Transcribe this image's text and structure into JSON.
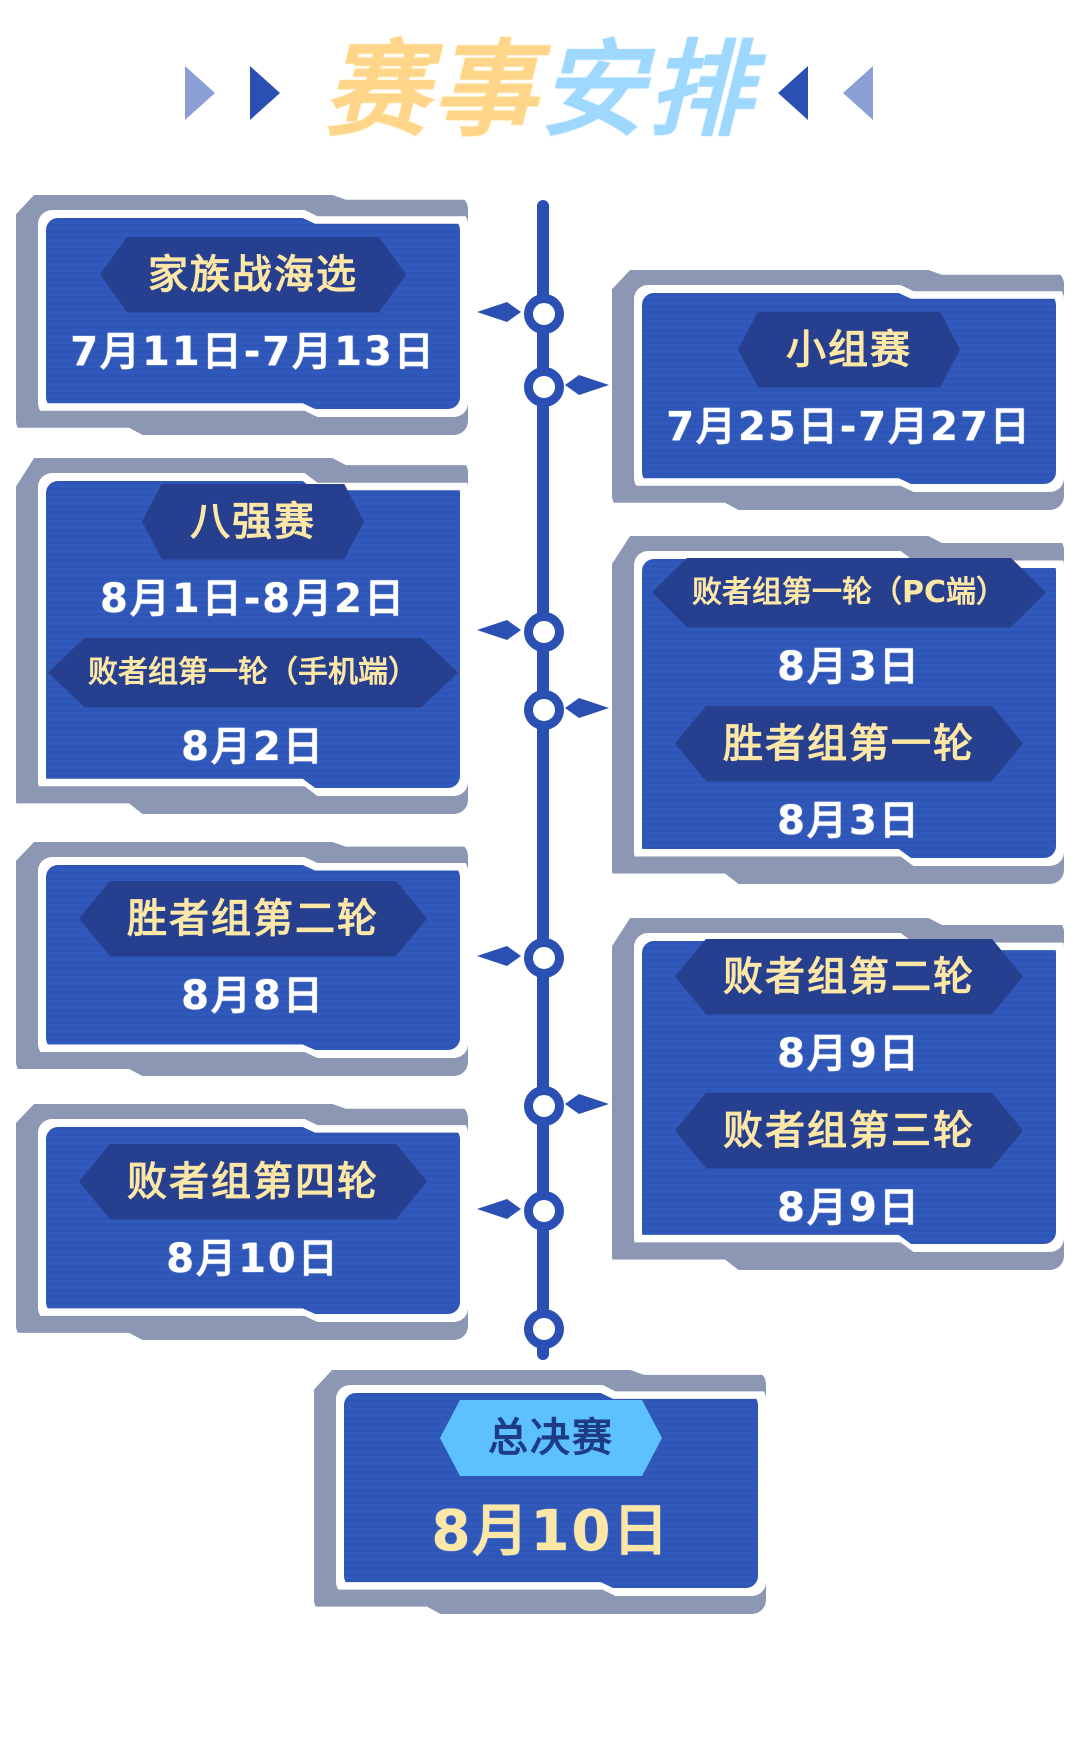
{
  "title": {
    "part1": "赛事",
    "part2": "安排"
  },
  "icons": {
    "left_chevrons": "chevron-right-icon",
    "right_chevrons": "chevron-left-icon"
  },
  "colors": {
    "primary": "#2f55b7",
    "badge": "#263f8f",
    "badge_text": "#fde7a6",
    "final_badge": "#5ec1ff"
  },
  "stages": [
    {
      "name": "家族战海选",
      "date": "7月11日-7月13日"
    },
    {
      "name": "小组赛",
      "date": "7月25日-7月27日"
    },
    {
      "name": "八强赛",
      "date": "8月1日-8月2日"
    },
    {
      "name": "败者组第一轮（手机端）",
      "date": "8月2日"
    },
    {
      "name": "败者组第一轮（PC端）",
      "date": "8月3日"
    },
    {
      "name": "胜者组第一轮",
      "date": "8月3日"
    },
    {
      "name": "胜者组第二轮",
      "date": "8月8日"
    },
    {
      "name": "败者组第二轮",
      "date": "8月9日"
    },
    {
      "name": "败者组第三轮",
      "date": "8月9日"
    },
    {
      "name": "败者组第四轮",
      "date": "8月10日"
    },
    {
      "name": "总决赛",
      "date": "8月10日"
    }
  ]
}
